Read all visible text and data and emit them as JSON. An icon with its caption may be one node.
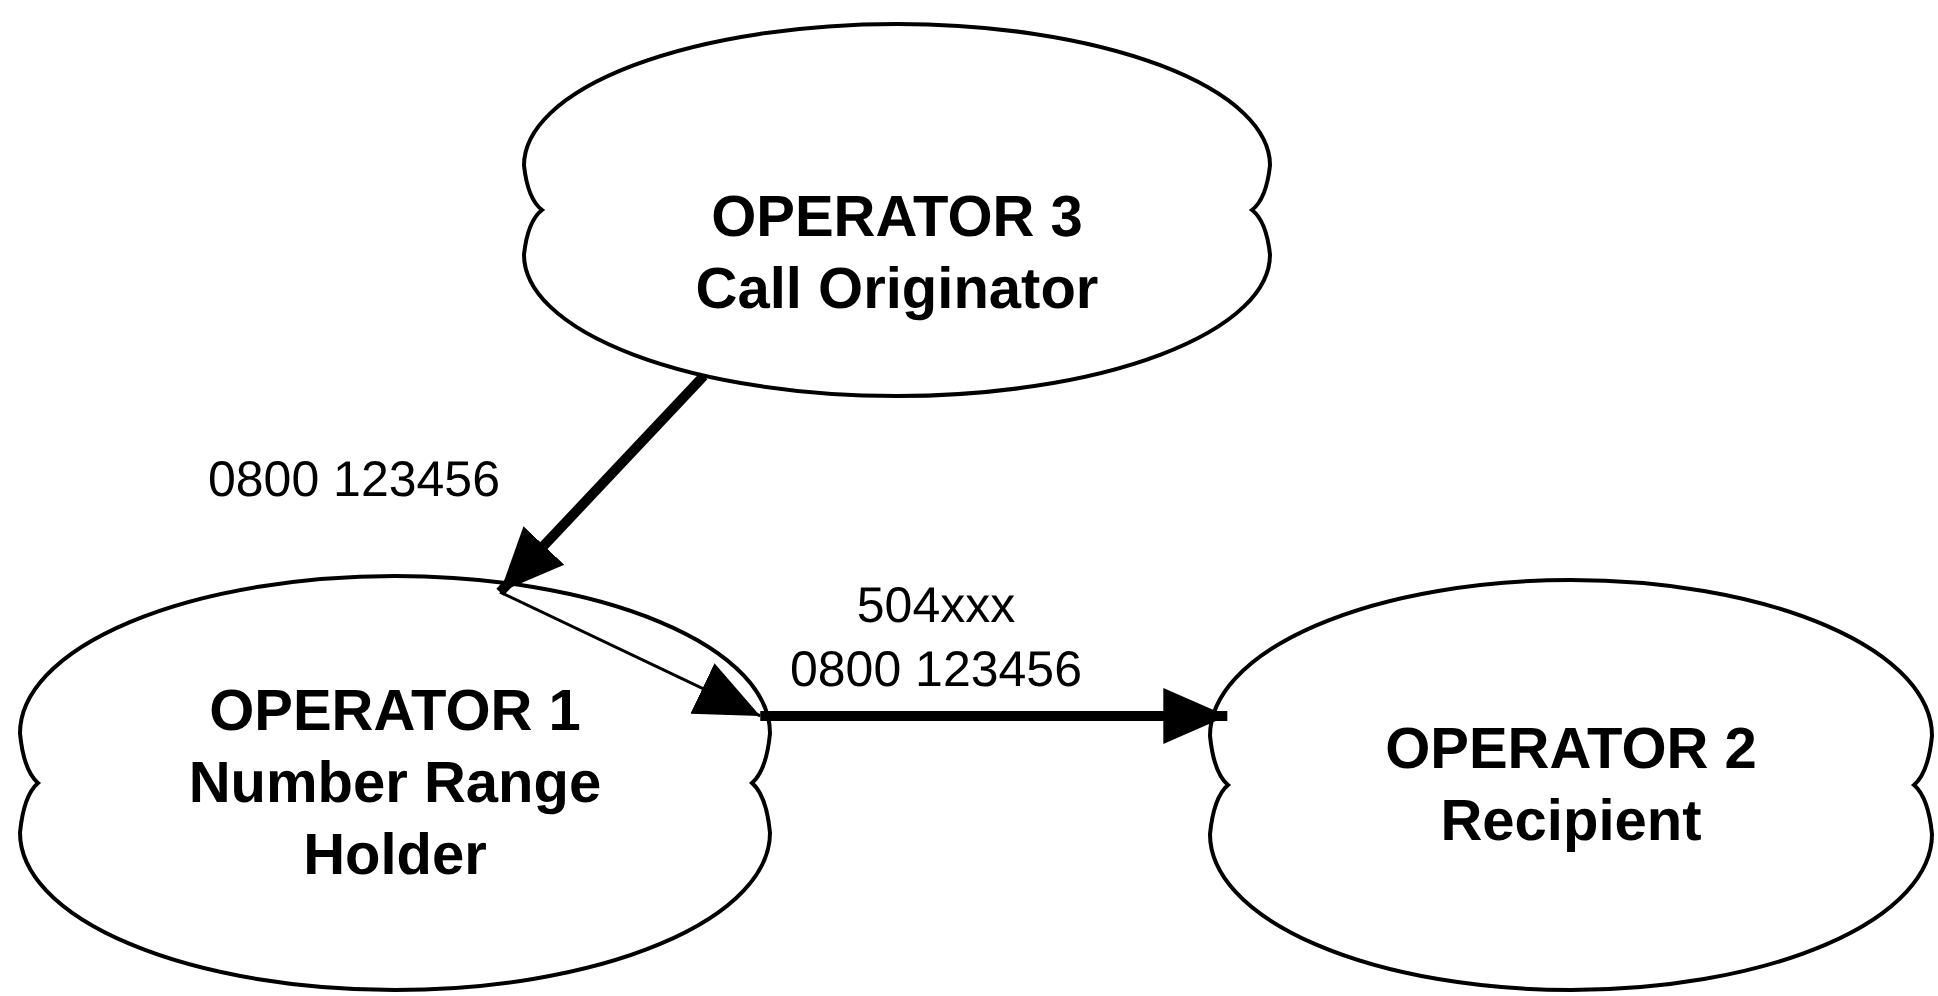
{
  "diagram": {
    "nodes": [
      {
        "text": [
          "OPERATOR 3",
          "Call Originator"
        ]
      },
      {
        "text": [
          "OPERATOR 1",
          "Number Range Holder"
        ]
      },
      {
        "text": [
          "OPERATOR 2",
          "Recipient"
        ]
      }
    ],
    "edges": [
      {
        "from": 0,
        "to": 1,
        "arrow": "to",
        "label": "0800 123456"
      },
      {
        "from": 1,
        "to": 1,
        "arrow": "to"
      },
      {
        "from": 1,
        "to": 2,
        "arrow": "to",
        "label": "504xxx 0800 123456"
      }
    ]
  }
}
